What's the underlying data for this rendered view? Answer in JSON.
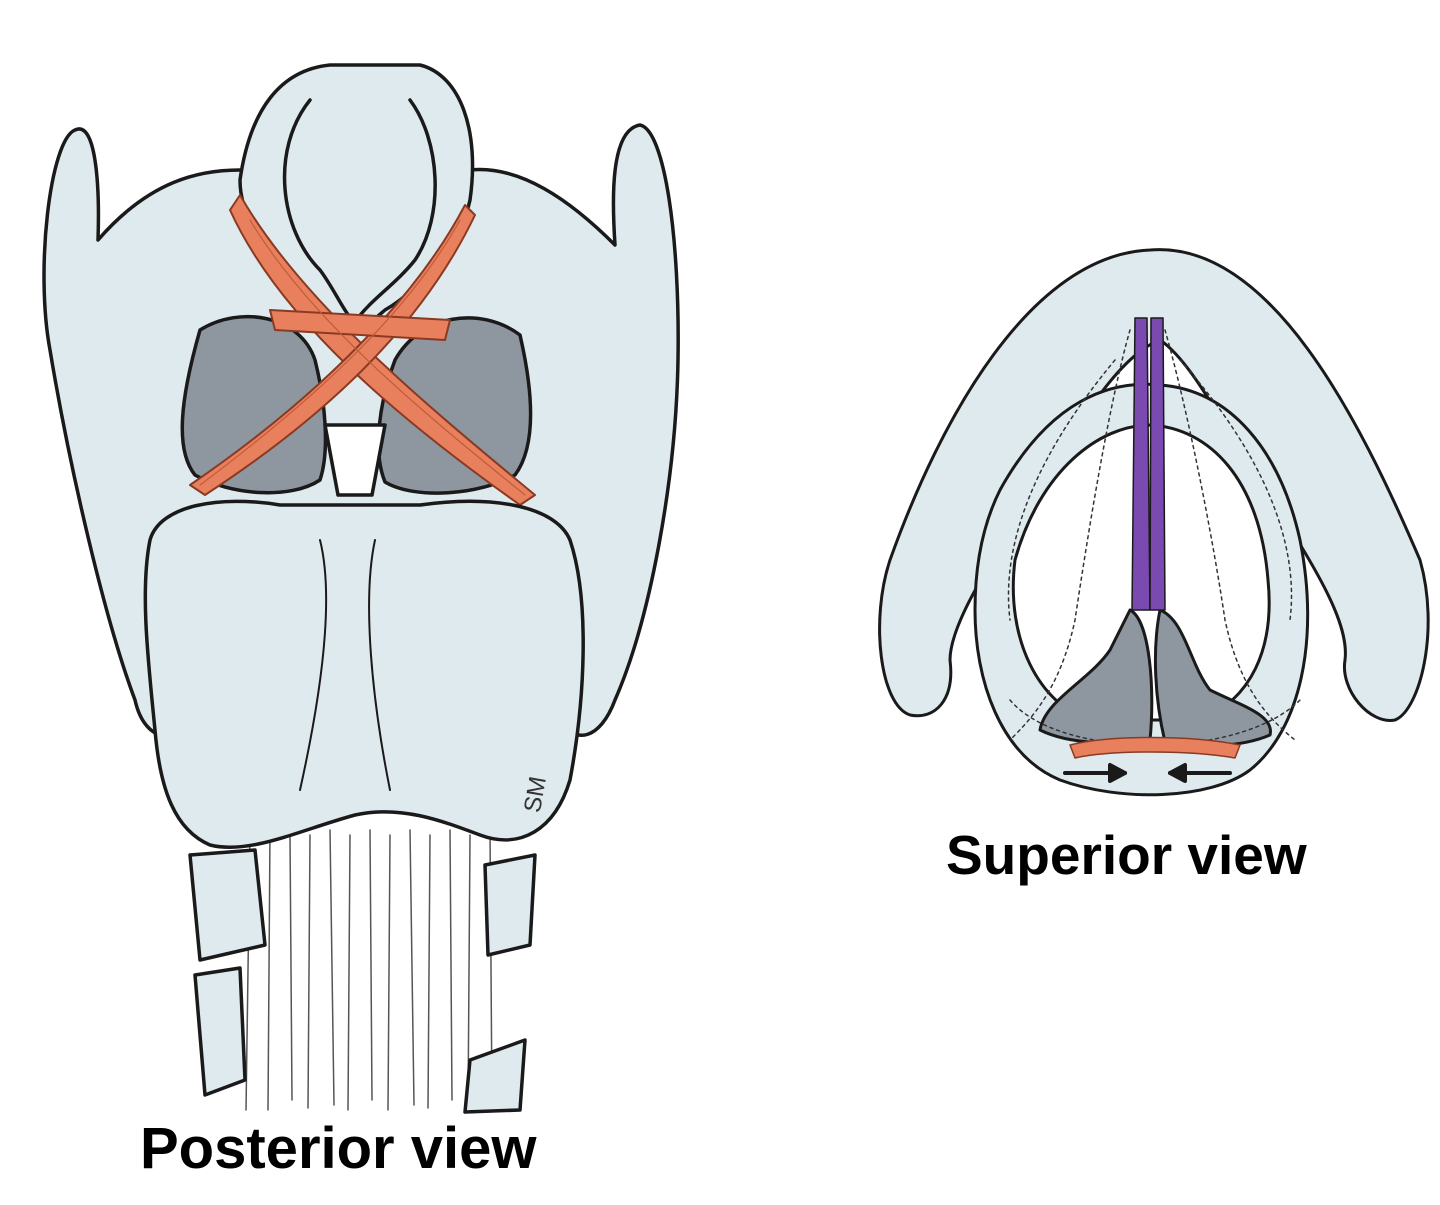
{
  "figure": {
    "captions": {
      "posterior": "Posterior view",
      "superior": "Superior view"
    },
    "artist_initials": "SM"
  },
  "colors": {
    "cartilage": "#dfeaee",
    "arytenoid": "#8e979f",
    "muscle": "#e8805e",
    "vocal_ligament": "#7a4ab0",
    "outline": "#1a1a1a"
  }
}
